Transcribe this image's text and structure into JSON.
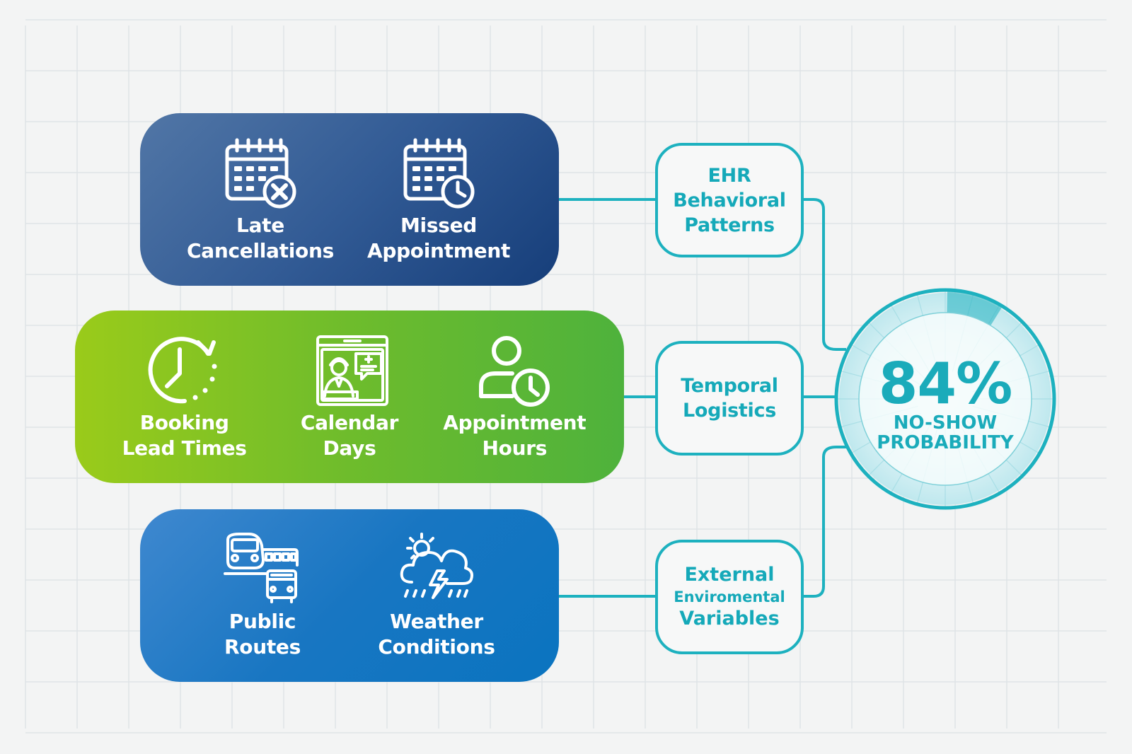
{
  "colors": {
    "background": "#f3f4f4",
    "grid": "#dfe3e6",
    "teal": "#1db1bf",
    "teal_text": "#15a9b9",
    "behavior_panel": [
      "#5176a6",
      "#163e7a"
    ],
    "temporal_panel": [
      "#9acb1a",
      "#4eb23c"
    ],
    "external_panel": [
      "#3f88cf",
      "#0a74c0"
    ]
  },
  "groups": {
    "behavior": {
      "factors": [
        {
          "label": "Late\nCancellations",
          "icon": "calendar-cancel-icon"
        },
        {
          "label": "Missed\nAppointment",
          "icon": "calendar-clock-icon"
        }
      ]
    },
    "temporal": {
      "factors": [
        {
          "label": "Booking\nLead Times",
          "icon": "clock-refresh-icon"
        },
        {
          "label": "Calendar\nDays",
          "icon": "telehealth-doctor-icon"
        },
        {
          "label": "Appointment\nHours",
          "icon": "user-clock-icon"
        }
      ]
    },
    "external": {
      "factors": [
        {
          "label": "Public\nRoutes",
          "icon": "train-bus-icon"
        },
        {
          "label": "Weather\nConditions",
          "icon": "storm-cloud-icon"
        }
      ]
    }
  },
  "categories": {
    "ehr": "EHR\nBehavioral\nPatterns",
    "temporal": "Temporal\nLogistics",
    "external": {
      "line1": "External",
      "line2": "Enviromental",
      "line3": "Variables"
    }
  },
  "result": {
    "value": "84%",
    "percent": 84,
    "caption": "NO-SHOW\nPROBABILITY"
  }
}
